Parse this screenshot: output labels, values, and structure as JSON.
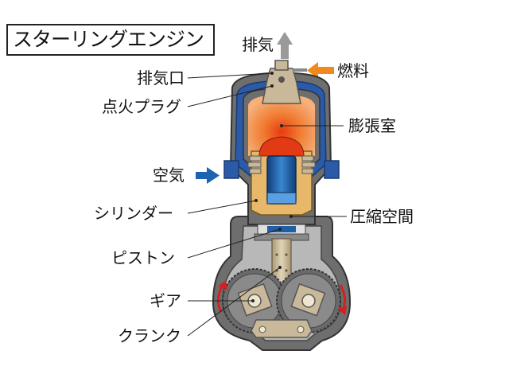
{
  "title": "スターリングエンジン",
  "labels": {
    "exhaust": "排気",
    "fuel": "燃料",
    "exhaust_port": "排気口",
    "spark_plug": "点火プラグ",
    "expansion_chamber": "膨張室",
    "air": "空気",
    "cylinder": "シリンダー",
    "compression_space": "圧縮空間",
    "piston": "ピストン",
    "gear": "ギア",
    "crank": "クランク"
  },
  "colors": {
    "casing": "#6e6e6e",
    "casing_light": "#b8b8b8",
    "blue_jacket": "#2a5aa8",
    "flame_orange": "#f07020",
    "flame_light": "#f6a060",
    "piston_blue": "#1e5fa6",
    "cylinder_tan": "#e8b86a",
    "part_beige": "#c9b99a",
    "gear_dark": "#555555",
    "arrow_orange": "#f08a1c",
    "arrow_blue": "#1e62b0",
    "arrow_gray": "#999999",
    "rotation_red": "#d42020"
  }
}
